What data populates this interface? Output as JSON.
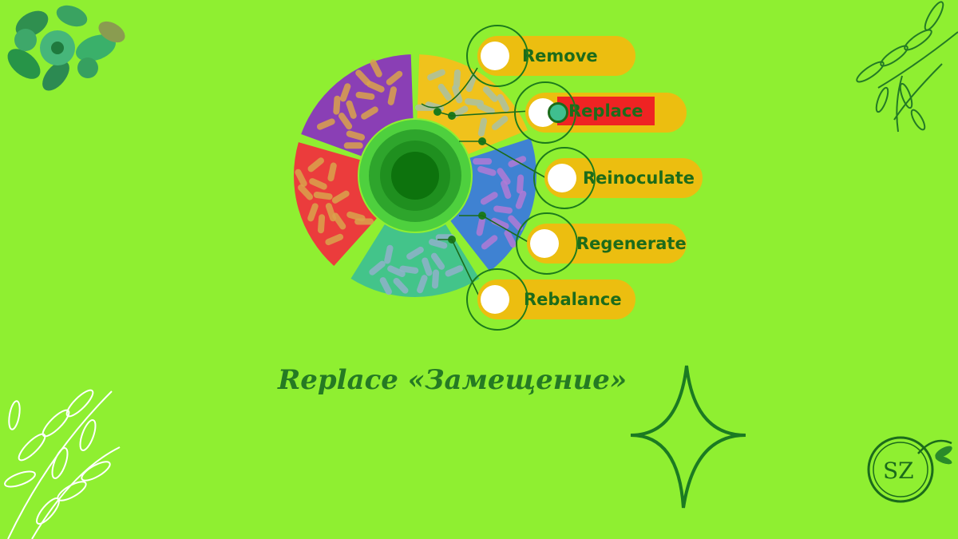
{
  "colors": {
    "background": "#8fef31",
    "pill": "#ecbe10",
    "label": "#1d6b1a",
    "active_highlight": "#ef2323",
    "dark_green": "#1b6b1b"
  },
  "segments": [
    {
      "id": "purple",
      "color": "#8a3fb5",
      "pattern": "#d9a24b"
    },
    {
      "id": "yellow",
      "color": "#f0c21c",
      "pattern": "#a9c1a4"
    },
    {
      "id": "blue",
      "color": "#3f82d2",
      "pattern": "#b07ad6"
    },
    {
      "id": "teal",
      "color": "#43c48a",
      "pattern": "#8fb2c9"
    },
    {
      "id": "red",
      "color": "#eb3c3c",
      "pattern": "#d9a24b"
    }
  ],
  "steps": [
    {
      "label": "Remove",
      "active": false
    },
    {
      "label": "Replace",
      "active": true
    },
    {
      "label": "Reinoculate",
      "active": false
    },
    {
      "label": "Regenerate",
      "active": false
    },
    {
      "label": "Rebalance",
      "active": false
    }
  ],
  "caption": "Replace «Замещение»",
  "logo": {
    "text": "SZ"
  },
  "icons": [
    "leaf-cluster-icon",
    "branch-icon",
    "fern-icon",
    "sparkle-star-icon",
    "logo-icon"
  ]
}
